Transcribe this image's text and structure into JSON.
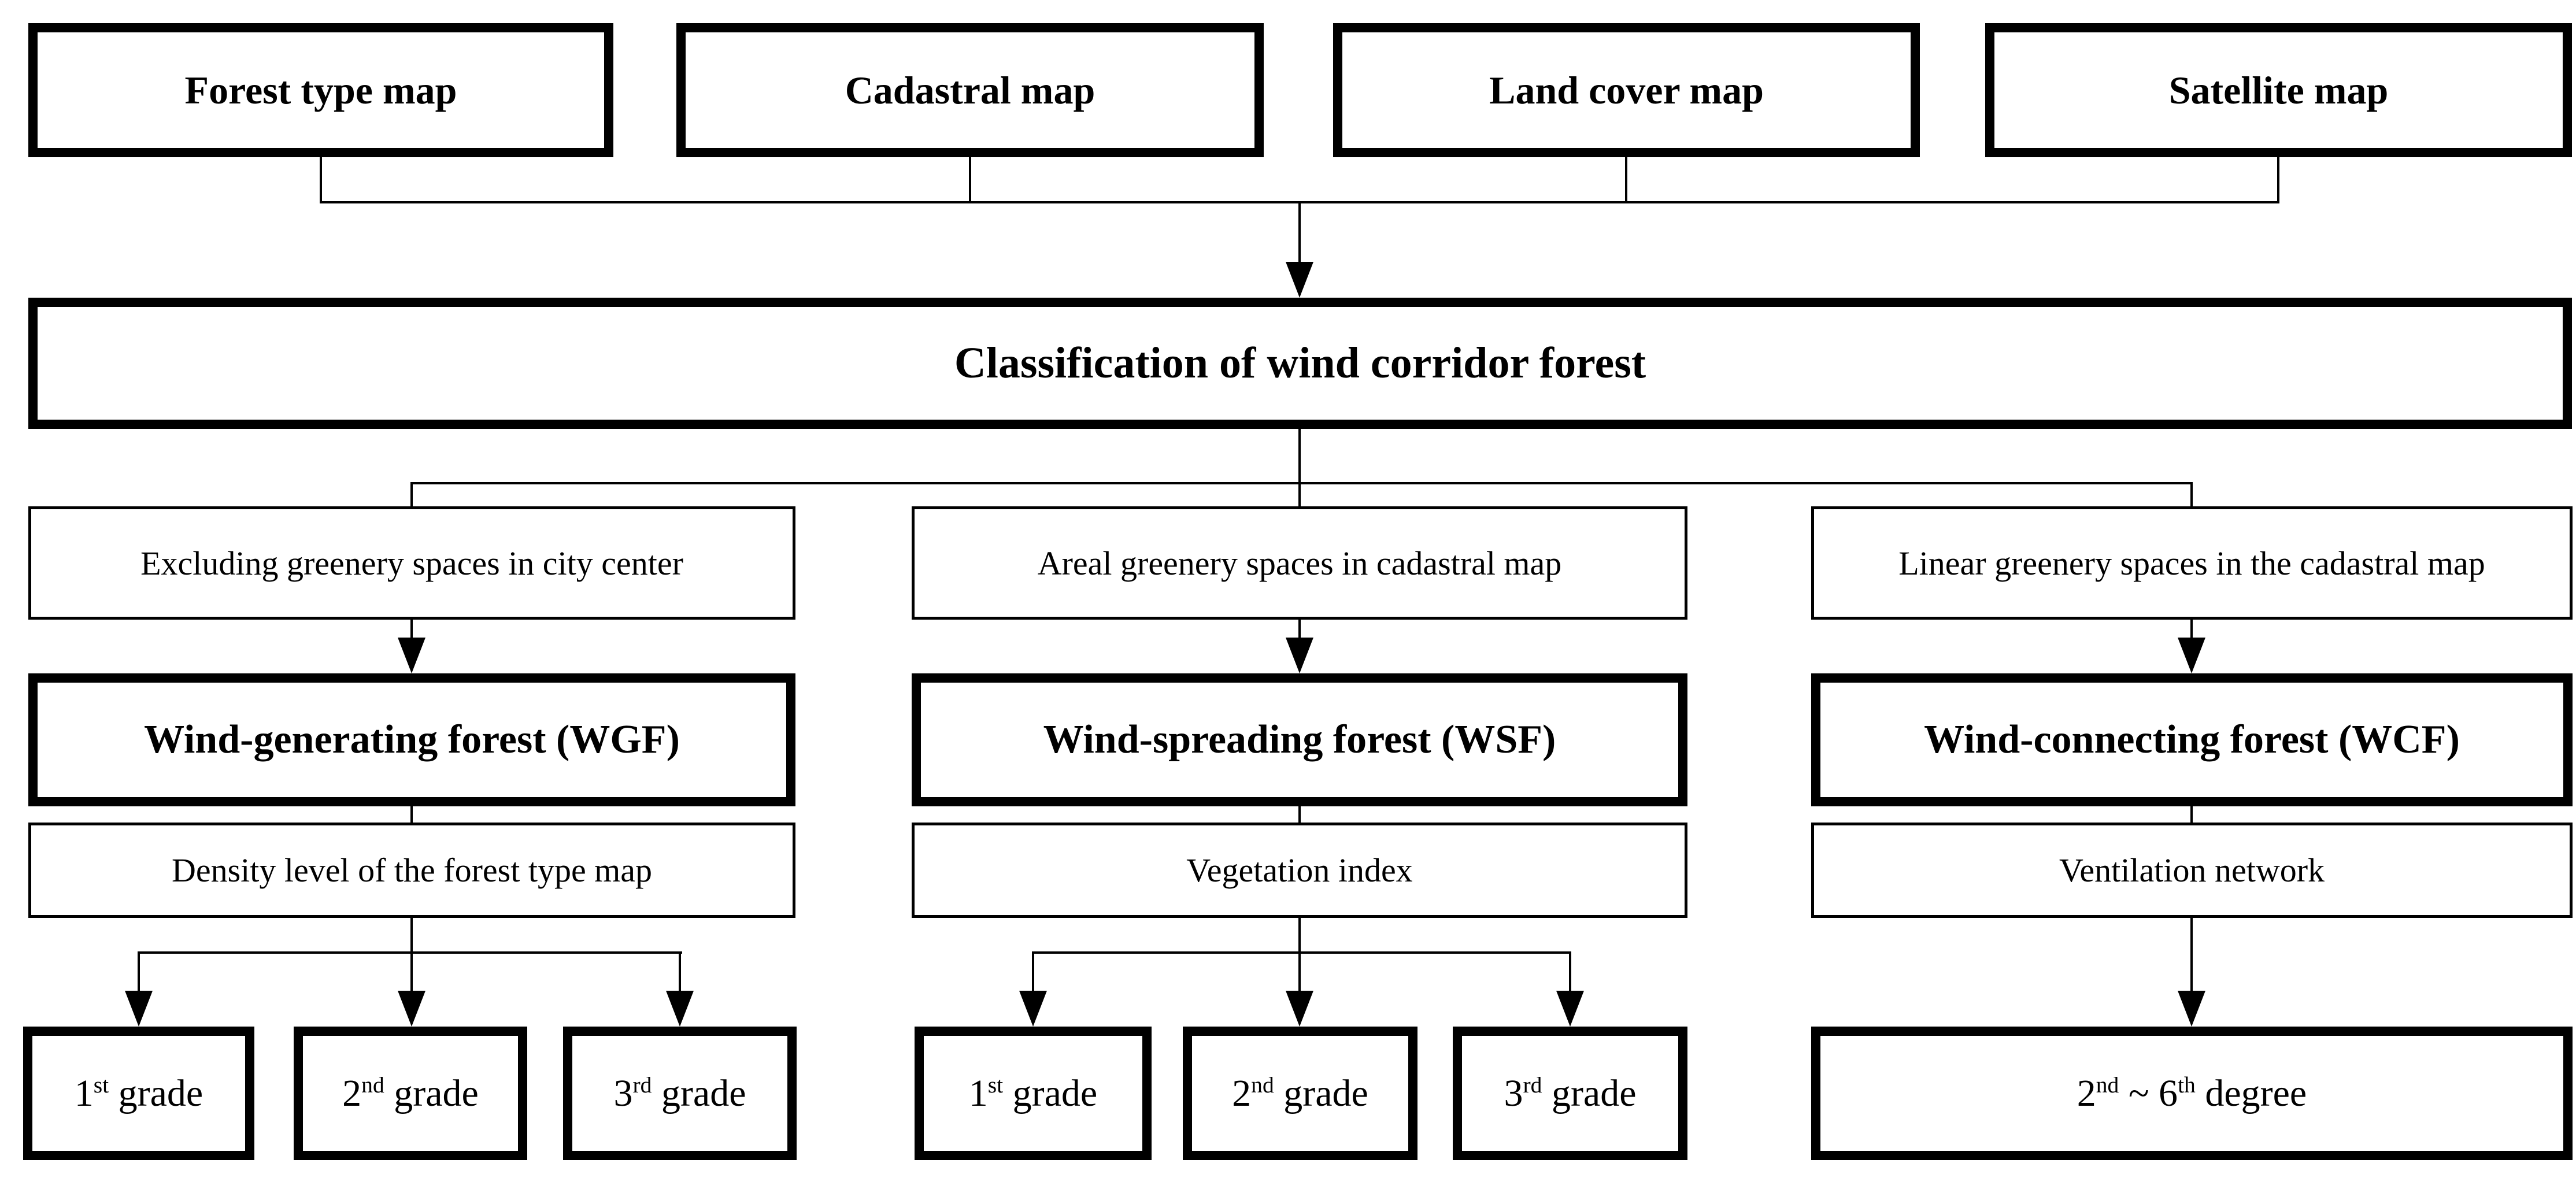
{
  "sources": [
    {
      "label": "Forest type map"
    },
    {
      "label": "Cadastral map"
    },
    {
      "label": "Land cover map"
    },
    {
      "label": "Satellite map"
    }
  ],
  "classification": {
    "label": "Classification of wind corridor forest"
  },
  "columns": {
    "wgf": {
      "criteria": "Excluding greenery spaces in city center",
      "forest": "Wind-generating forest (WGF)",
      "index": "Density level of the forest type map"
    },
    "wsf": {
      "criteria": "Areal greenery spaces in cadastral map",
      "forest": "Wind-spreading forest (WSF)",
      "index": "Vegetation index"
    },
    "wcf": {
      "criteria": "Linear greenery spaces in the cadastral map",
      "forest": "Wind-connecting forest (WCF)",
      "index": "Ventilation network"
    }
  },
  "grades": {
    "first": {
      "base": "1",
      "sup": "st",
      "suffix": " grade"
    },
    "second": {
      "base": "2",
      "sup": "nd",
      "suffix": " grade"
    },
    "third": {
      "base": "3",
      "sup": "rd",
      "suffix": " grade"
    }
  },
  "degree": {
    "base": "2",
    "sup1": "nd",
    "mid": " ~ 6",
    "sup2": "th",
    "suffix": " degree"
  },
  "colors": {
    "line": "#000000",
    "box_background": "#ffffff",
    "text": "#000000"
  }
}
